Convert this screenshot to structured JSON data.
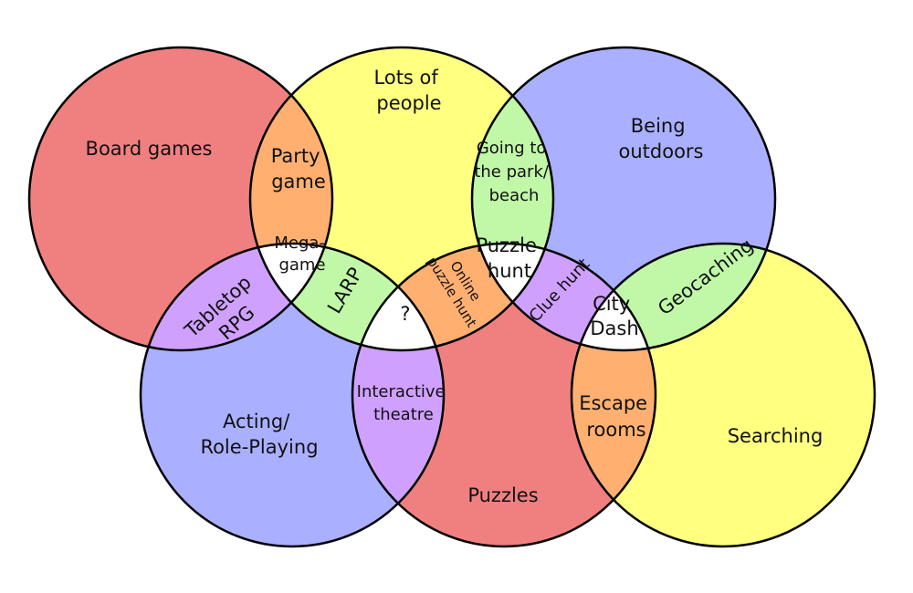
{
  "diagram": {
    "sets": [
      {
        "id": "board_games",
        "label": [
          "Board games"
        ],
        "color": "#f08080"
      },
      {
        "id": "lots_of_people",
        "label": [
          "Lots of",
          "people"
        ],
        "color": "#ffff80"
      },
      {
        "id": "being_outdoors",
        "label": [
          "Being",
          "outdoors"
        ],
        "color": "#aab0ff"
      },
      {
        "id": "acting",
        "label": [
          "Acting/",
          "Role-Playing"
        ],
        "color": "#aab0ff"
      },
      {
        "id": "puzzles",
        "label": [
          "Puzzles"
        ],
        "color": "#f08080"
      },
      {
        "id": "searching",
        "label": [
          "Searching"
        ],
        "color": "#ffff80"
      }
    ],
    "intersections": [
      {
        "id": "party_game",
        "label": [
          "Party",
          "game"
        ],
        "color": "#ffb070"
      },
      {
        "id": "going_park",
        "label": [
          "Going to",
          "the park/",
          "beach"
        ],
        "color": "#c0f8a8"
      },
      {
        "id": "megagame",
        "label": [
          "Mega-",
          "game"
        ],
        "color": "#ffffff"
      },
      {
        "id": "tabletop_rpg",
        "label": [
          "Tabletop",
          "RPG"
        ],
        "color": "#d0a0ff"
      },
      {
        "id": "larp",
        "label": [
          "LARP"
        ],
        "color": "#c0f8a8"
      },
      {
        "id": "unknown",
        "label": [
          "?"
        ],
        "color": "#ffffff"
      },
      {
        "id": "online_puzzle_hunt",
        "label": [
          "Online",
          "puzzle hunt"
        ],
        "color": "#ffb070"
      },
      {
        "id": "puzzle_hunt",
        "label": [
          "Puzzle",
          "hunt"
        ],
        "color": "#ffffff"
      },
      {
        "id": "clue_hunt",
        "label": [
          "Clue hunt"
        ],
        "color": "#d0a0ff"
      },
      {
        "id": "city_dash",
        "label": [
          "City",
          "Dash"
        ],
        "color": "#ffffff"
      },
      {
        "id": "geocaching",
        "label": [
          "Geocaching"
        ],
        "color": "#c0f8a8"
      },
      {
        "id": "interactive_theatre",
        "label": [
          "Interactive",
          "theatre"
        ],
        "color": "#d0a0ff"
      },
      {
        "id": "escape_rooms",
        "label": [
          "Escape",
          "rooms"
        ],
        "color": "#ffb070"
      }
    ]
  }
}
